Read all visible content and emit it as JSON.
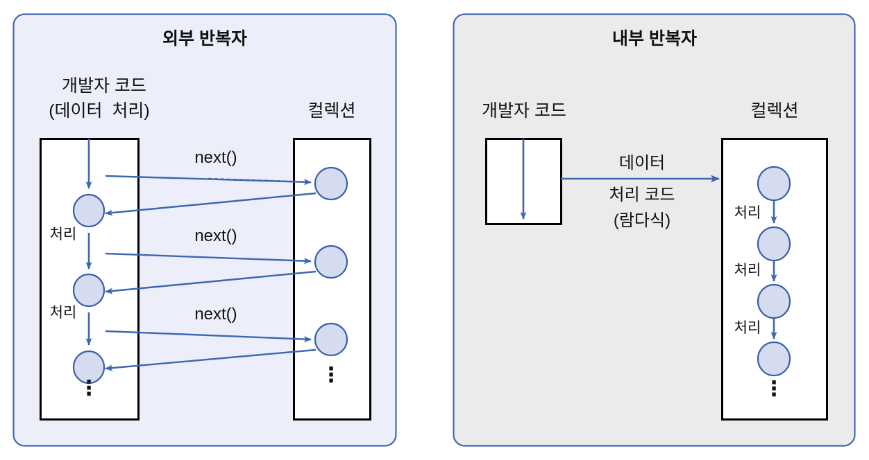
{
  "figure": {
    "title_left": "외부 반복자",
    "title_right": "내부 반복자",
    "colors": {
      "panel_left_fill": "#eceffa",
      "panel_right_fill": "#ebebeb",
      "panel_stroke": "#3f6ab4",
      "box_stroke": "#000000",
      "box_fill": "#ffffff",
      "node_fill": "#d5dcef",
      "node_stroke": "#3b5fa8",
      "arrow": "#3d67ae",
      "text": "#111111"
    }
  },
  "left_panel": {
    "title": "외부 반복자",
    "dev_box": {
      "label_line1": "개발자 코드",
      "label_line2": "(데이터  처리)",
      "nodes": [
        "",
        "",
        ""
      ],
      "step_labels": [
        "처리",
        "처리"
      ],
      "ellipsis": "⋮"
    },
    "collection_box": {
      "label": "컬렉션",
      "nodes": [
        "",
        "",
        ""
      ],
      "ellipsis": "⋮"
    },
    "edge_labels": [
      "next()",
      "next()",
      "next()"
    ]
  },
  "right_panel": {
    "title": "내부 반복자",
    "dev_box": {
      "label": "개발자 코드"
    },
    "arrow_label": {
      "line1": "데이터",
      "line2": "처리 코드",
      "line3": "(람다식)"
    },
    "collection_box": {
      "label": "컬렉션",
      "nodes": [
        "",
        "",
        "",
        ""
      ],
      "step_labels": [
        "처리",
        "처리",
        "처리"
      ],
      "ellipsis": "⋮"
    }
  }
}
